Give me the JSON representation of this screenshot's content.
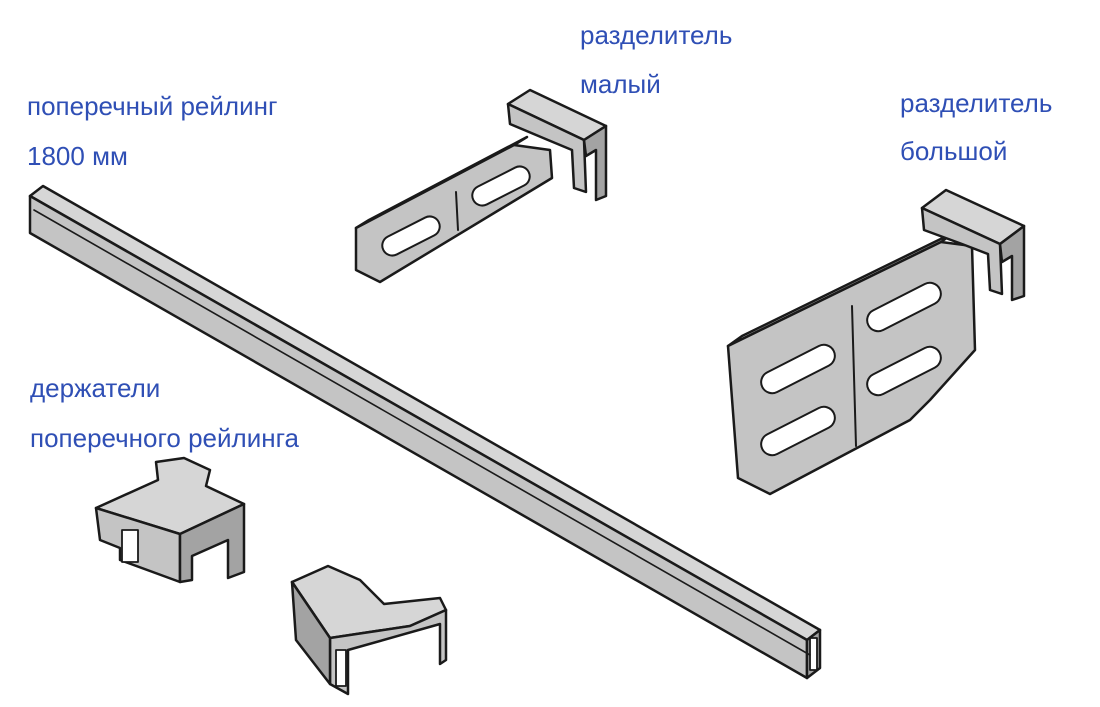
{
  "labels": {
    "rail": {
      "line1": "поперечный рейлинг",
      "line2": "1800 мм"
    },
    "small_divider": {
      "line1": "разделитель",
      "line2": "малый"
    },
    "large_divider": {
      "line1": "разделитель",
      "line2": "большой"
    },
    "holders": {
      "line1": "держатели",
      "line2": "поперечного рейлинга"
    }
  },
  "colors": {
    "label_text": "#2f4fb5",
    "part_face_light": "#d6d6d6",
    "part_face_mid": "#c4c4c4",
    "part_face_dark": "#a3a3a3",
    "part_outline": "#1a1a1a"
  }
}
